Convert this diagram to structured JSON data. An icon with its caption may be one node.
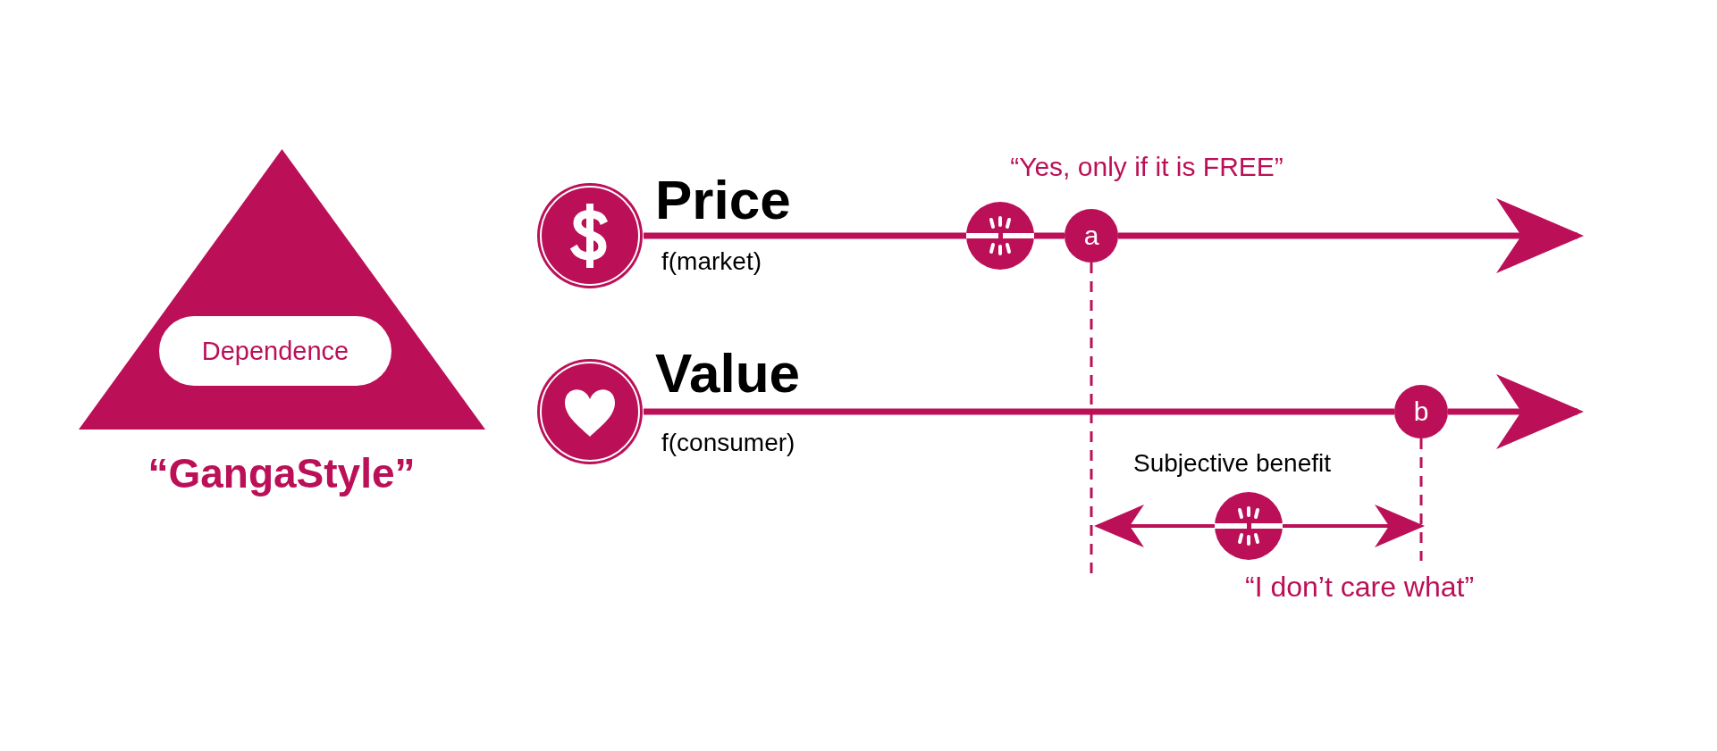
{
  "diagram": {
    "nodes": [
      {
        "text": [],
        "shape": "triangle",
        "beside": [
          "“GangaStyle”"
        ]
      },
      {
        "text": [
          "Dependence"
        ],
        "in": 0
      },
      {
        "text": [
          "Price",
          "f(market)"
        ]
      },
      {
        "text": [],
        "shape": "circle"
      },
      {
        "text": [
          "a"
        ],
        "beside": [
          "“Yes, only if it is FREE”"
        ]
      },
      {
        "text": [
          "Value",
          "f(consumer)"
        ]
      },
      {
        "text": [
          "b"
        ]
      },
      {
        "text": [],
        "shape": "circle"
      }
    ],
    "edges": [
      {
        "from": 2,
        "to": 3,
        "arrow": "none"
      },
      {
        "from": 3,
        "to": 4,
        "arrow": "none"
      },
      {
        "from": 4,
        "to": null,
        "arrow": "to"
      },
      {
        "from": 5,
        "to": 6,
        "arrow": "none"
      },
      {
        "from": 6,
        "to": null,
        "arrow": "to"
      },
      {
        "from": 4,
        "to": null,
        "arrow": "none",
        "style": "dashed"
      },
      {
        "from": 6,
        "to": null,
        "arrow": "none",
        "style": "dashed"
      },
      {
        "from": 7,
        "to": null,
        "arrow": "to"
      },
      {
        "from": 7,
        "to": null,
        "arrow": "to"
      }
    ],
    "labels": [
      "Subjective benefit",
      "“I don’t care what”"
    ]
  }
}
